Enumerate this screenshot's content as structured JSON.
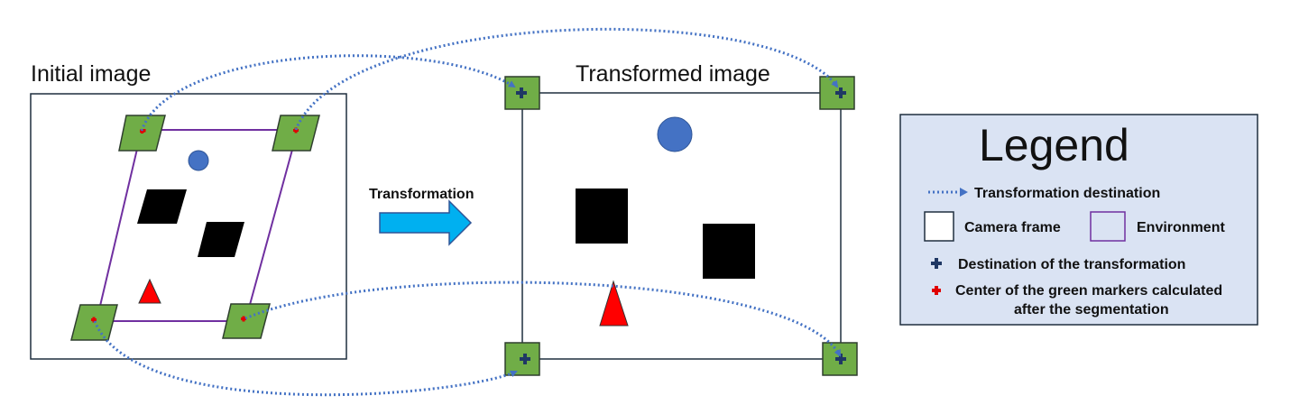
{
  "labels": {
    "initial_image": "Initial image",
    "transformed_image": "Transformed image",
    "transformation": "Transformation"
  },
  "legend": {
    "title": "Legend",
    "transformation_destination": "Transformation destination",
    "camera_frame": "Camera frame",
    "environment": "Environment",
    "destination_of_transformation": "Destination of the transformation",
    "center_markers_line1": "Center of the green markers calculated",
    "center_markers_line2": "after the segmentation"
  },
  "colors": {
    "marker_green": "#70ad47",
    "marker_red": "#e00000",
    "marker_navy": "#1f3864",
    "environment_purple": "#7030a0",
    "dotted_arrow": "#4472c4",
    "arrow_fill": "#00b0f0",
    "circle_blue": "#4472c4",
    "triangle_red": "#ff0000",
    "legend_bg": "#dae3f3"
  },
  "icons": [
    "plus-icon",
    "arrow-right-icon",
    "dotted-arrow-icon"
  ]
}
